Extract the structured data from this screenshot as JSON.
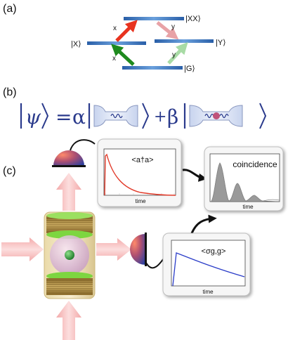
{
  "panel_a": {
    "label": "(a)",
    "state_xx": "|XX⟩",
    "state_x": "|X⟩",
    "state_y": "|Y⟩",
    "state_g": "|G⟩",
    "arrow_x_upper": "x",
    "arrow_y_upper": "y",
    "arrow_x_lower": "x",
    "arrow_y_lower": "y",
    "colors": {
      "level": "#3a78c0",
      "red_arrow": "#e8331f",
      "pink_arrow": "#e8a2a6",
      "green_arrow": "#1e8a1e",
      "light_green_arrow": "#a8dba5"
    }
  },
  "panel_b": {
    "label": "(b)",
    "psi": "ψ",
    "alpha": "α",
    "plus": "+",
    "beta": "β",
    "color": "#2a3a8c"
  },
  "panel_c": {
    "label": "(c)",
    "inset_cavity": {
      "title": "<a†a>",
      "xlabel": "time"
    },
    "inset_qd": {
      "title": "<σg,g>",
      "xlabel": "time"
    },
    "inset_coincidence": {
      "title": "coincidence",
      "xlabel": "time"
    },
    "colors": {
      "cavity_curve": "#e23a2a",
      "qd_curve": "#2b3cc8",
      "coincidence_fill": "#9a9a9a",
      "laser": "#f4b8b8",
      "mirror_gold": "#c9a45a",
      "mirror_green": "#7dd640",
      "dot": "#3fa84a"
    }
  }
}
